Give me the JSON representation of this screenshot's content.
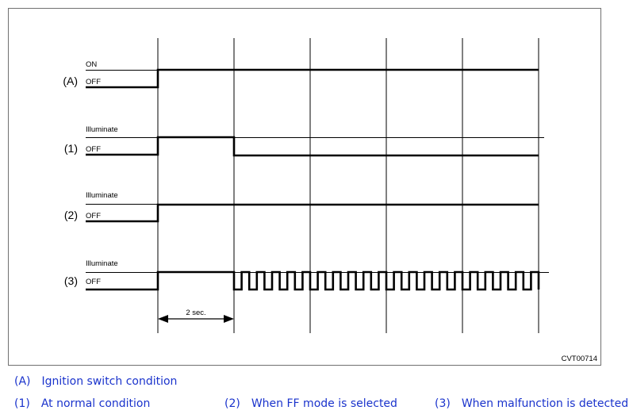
{
  "diagram": {
    "code": "CVT00714",
    "signals": [
      {
        "id": "A",
        "label": "(A)",
        "high_label": "ON",
        "low_label": "OFF",
        "kind": "step"
      },
      {
        "id": "1",
        "label": "(1)",
        "high_label": "Illuminate",
        "low_label": "OFF",
        "kind": "pulse"
      },
      {
        "id": "2",
        "label": "(2)",
        "high_label": "Illuminate",
        "low_label": "OFF",
        "kind": "step"
      },
      {
        "id": "3",
        "label": "(3)",
        "high_label": "Illuminate",
        "low_label": "OFF",
        "kind": "pulse-then-blink",
        "blink_cycles": 20
      }
    ],
    "interval_label": "2 sec."
  },
  "legend": {
    "items": [
      {
        "key": "(A)",
        "text": "Ignition switch condition"
      },
      {
        "key": "(1)",
        "text": "At normal condition"
      },
      {
        "key": "(2)",
        "text": "When FF mode is selected"
      },
      {
        "key": "(3)",
        "text": "When malfunction is detected"
      }
    ]
  },
  "colors": {
    "line": "#000000",
    "grid": "#000000",
    "legend_text": "#1a33cc"
  }
}
